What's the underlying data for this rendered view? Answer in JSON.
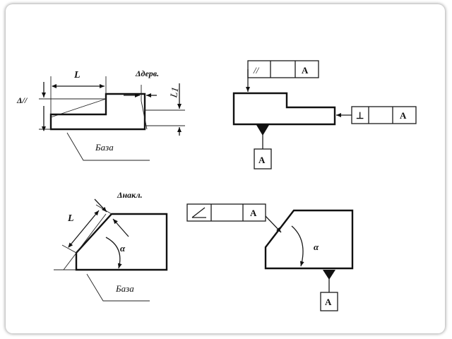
{
  "top_left": {
    "dim_length": "L",
    "dim_parallel": "Δ//",
    "dim_deviation": "Δдерв.",
    "dim_L1": "L1",
    "base_label": "База"
  },
  "top_right": {
    "frame_symbol": "//",
    "frame_tolerance": "",
    "frame_datum": "A",
    "perp_symbol": "⊥",
    "perp_tolerance": "",
    "perp_datum": "A",
    "datum_letter": "A"
  },
  "bottom_left": {
    "dim_length": "L",
    "dim_incline": "Δнакл.",
    "angle": "α",
    "base_label": "База"
  },
  "bottom_right": {
    "frame_symbol": "∠",
    "frame_tolerance": "",
    "frame_datum": "A",
    "angle": "α",
    "datum_letter": "A"
  }
}
